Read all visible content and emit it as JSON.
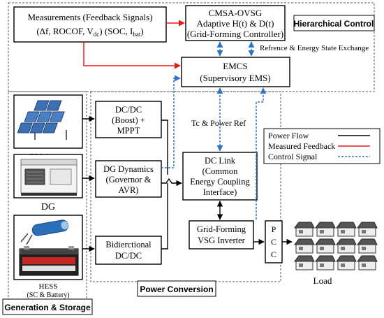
{
  "blocks": {
    "measurements": {
      "line1": "Measurements (Feedback Signals)",
      "line2_a": "(Δf, ROCOF, V",
      "line2_sub1": "dc",
      "line2_b": ") (SOC, I",
      "line2_sub2": "bat",
      "line2_c": ")"
    },
    "cmsa": {
      "line1": "CMSA-OVSG",
      "line2": "Adaptive H(t) & D(t)",
      "line3": "(Grid-Forming Controller)"
    },
    "emcs": {
      "line1": "EMCS",
      "line2": "(Supervisory EMS)"
    },
    "dcdc_boost": {
      "line1": "DC/DC",
      "line2": "(Boost) +",
      "line3": "MPPT"
    },
    "dg_dynamics": {
      "line1": "DG Dynamics",
      "line2": "(Governor &",
      "line3": "AVR)"
    },
    "bidirectional": {
      "line1": "Bidierctional",
      "line2": "DC/DC"
    },
    "dc_link": {
      "line1": "DC Link",
      "line2": "(Common",
      "line3": "Energy Coupling",
      "line4": "Interface)"
    },
    "vsg_inverter": {
      "line1": "Grid-Forming",
      "line2": "VSG Inverter"
    },
    "pcc": {
      "p": "P",
      "c1": "C",
      "c2": "C"
    }
  },
  "labels": {
    "pv_array": "PV Array",
    "dg": "DG",
    "hess_line1": "HESS",
    "hess_line2": "(SC & Battery)",
    "load": "Load",
    "ref_exchange": "Refrence & Energy State Exchange",
    "tc_power_ref": "Tc & Power Ref"
  },
  "regions": {
    "hierarchical_control": "Hierarchical Control",
    "power_conversion": "Power Conversion",
    "generation_storage": "Generation & Storage"
  },
  "legend": {
    "power_flow": "Power Flow",
    "measured_feedback": "Measured Feedback",
    "control_signal": "Control Signal"
  },
  "colors": {
    "power_flow": "#000000",
    "measured_feedback": "#e8191b",
    "control_signal": "#2e75c7"
  }
}
